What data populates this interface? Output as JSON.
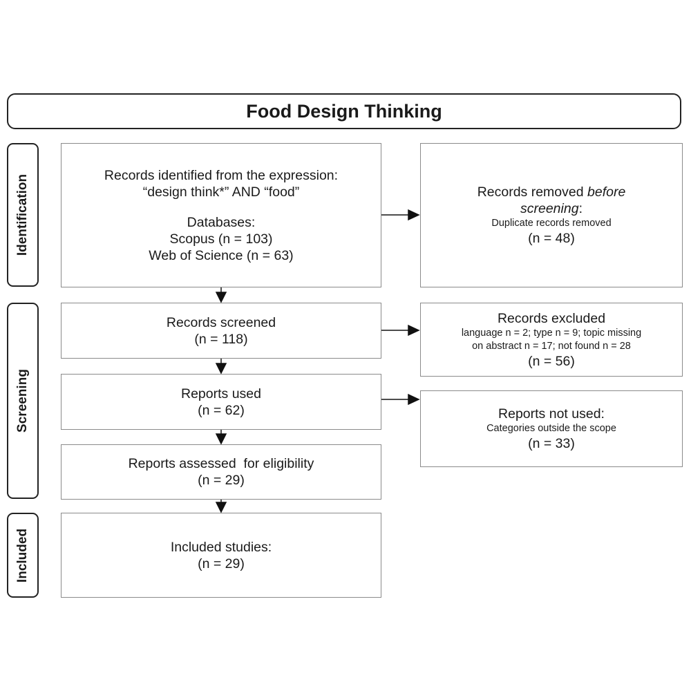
{
  "title": "Food Design Thinking",
  "stages": {
    "identification": "Identification",
    "screening": "Screening",
    "included": "Included"
  },
  "identified": {
    "line1": "Records identified from the expression:",
    "line2": "“design think*” AND “food”",
    "databases_label": "Databases:",
    "scopus": "Scopus (n = 103)",
    "wos": "Web of Science (n = 63)"
  },
  "removed": {
    "heading_prefix": "Records removed",
    "heading_italic1": "before",
    "heading_italic2": "screening",
    "heading_suffix": ":",
    "detail": "Duplicate records removed",
    "count": "(n = 48)"
  },
  "screened": {
    "label": "Records screened",
    "count": "(n = 118)"
  },
  "excluded": {
    "heading": "Records excluded",
    "detail1": "language n = 2; type n = 9; topic missing",
    "detail2": "on abstract n = 17; not found n = 28",
    "count": "(n = 56)"
  },
  "used": {
    "label": "Reports used",
    "count": "(n = 62)"
  },
  "not_used": {
    "heading": "Reports not used:",
    "detail": "Categories outside the scope",
    "count": "(n = 33)"
  },
  "assessed": {
    "label": "Reports assessed  for eligibility",
    "count": "(n = 29)"
  },
  "included_box": {
    "label": "Included studies:",
    "count": "(n = 29)"
  }
}
